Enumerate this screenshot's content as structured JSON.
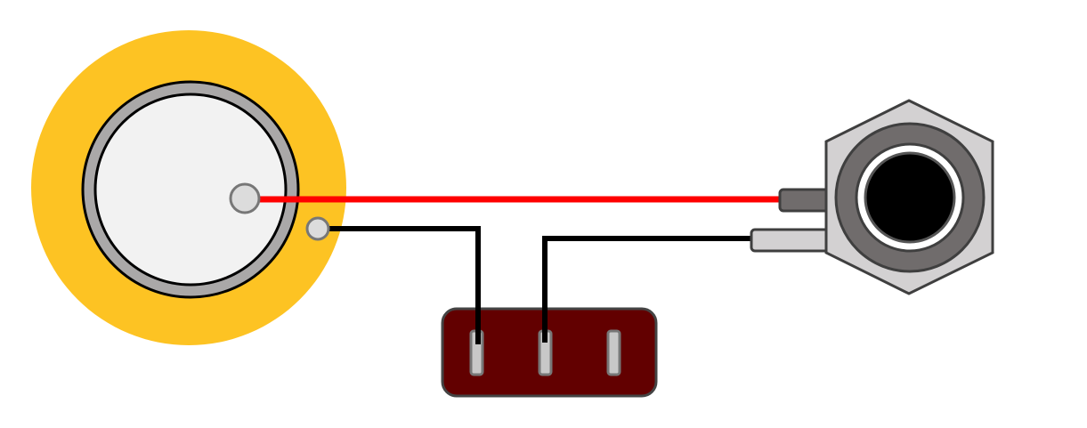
{
  "diagram": {
    "components": [
      {
        "id": "piezo",
        "kind": "piezo-disc"
      },
      {
        "id": "switch",
        "kind": "three-pin-switch"
      },
      {
        "id": "jack",
        "kind": "output-jack"
      }
    ],
    "wires": [
      {
        "id": "signal",
        "from": "piezo-center",
        "to": "jack-tip",
        "color": "#ff0000"
      },
      {
        "id": "ground-a",
        "from": "piezo-edge",
        "to": "switch-pin-1",
        "color": "#000000"
      },
      {
        "id": "ground-b",
        "from": "switch-pin-2",
        "to": "jack-sleeve",
        "color": "#000000"
      }
    ],
    "colors": {
      "piezo_outer": "#fdc323",
      "piezo_ring": "#aaa8a8",
      "piezo_inner": "#f2f2f2",
      "switch_body": "#620000",
      "jack_body": "#d3d1d2",
      "jack_ring": "#706c6c"
    }
  }
}
